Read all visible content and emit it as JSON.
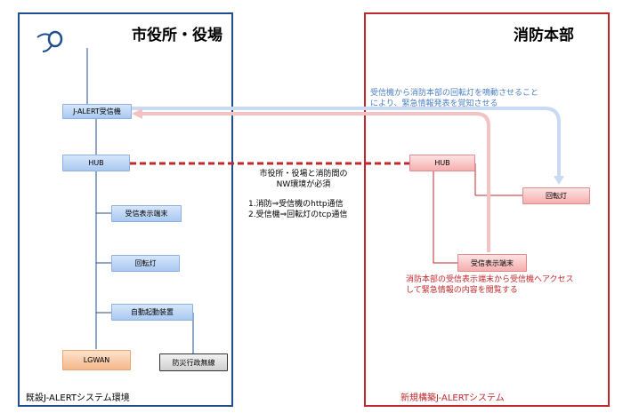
{
  "left_panel": {
    "title": "市役所・役場",
    "footer": "既設J-ALERTシステム環境",
    "logo_icon": "j-alert-logo-icon",
    "nodes": {
      "receiver": "J-ALERT受信機",
      "hub": "HUB",
      "display_terminal": "受信表示端末",
      "rotating_light": "回転灯",
      "auto_start": "自動起動装置",
      "lgwan": "LGWAN",
      "disaster_radio": "防災行政無線"
    }
  },
  "right_panel": {
    "title": "消防本部",
    "footer": "新規構築J-ALERTシステム",
    "nodes": {
      "hub": "HUB",
      "rotating_light": "回転灯",
      "display_terminal": "受信表示端末"
    }
  },
  "center_note": {
    "line1": "市役所・役場と消防間の",
    "line2": "NW環境が必須",
    "line3": "1.消防⇒受信機のhttp通信",
    "line4": "2.受信機⇒回転灯のtcp通信"
  },
  "blue_note": {
    "line1": "受信機から消防本部の回転灯を鳴動させること",
    "line2": "により、緊急情報発表を覚知させる"
  },
  "red_note": {
    "line1": "消防本部の受信表示端末から受信機へアクセス",
    "line2": "して緊急情報の内容を閲覧する"
  },
  "colors": {
    "left_border": "#1f4e8c",
    "right_border": "#c0282c",
    "blue_text": "#4a7fc1",
    "red_text": "#c0282c",
    "dashed_link": "#c0282c"
  }
}
